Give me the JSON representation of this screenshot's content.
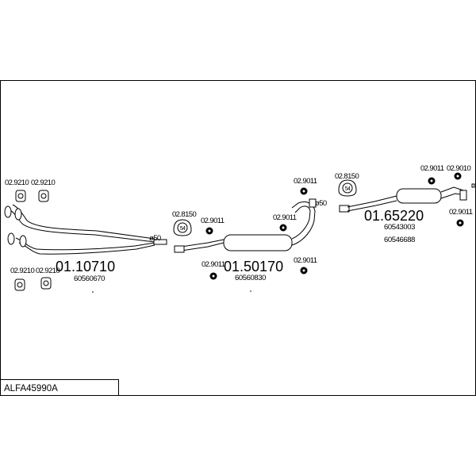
{
  "frame": {
    "reference": "ALFA45990A"
  },
  "sections": [
    {
      "part_number": "01.10710",
      "oem": [
        "60560670"
      ]
    },
    {
      "part_number": "01.50170",
      "oem": [
        "60560830"
      ]
    },
    {
      "part_number": "01.65220",
      "oem": [
        "60543003",
        "60546688"
      ]
    }
  ],
  "labels": {
    "gasket_left_top_a": "02.9210",
    "gasket_left_top_b": "02.9210",
    "gasket_left_bot_a": "02.9210",
    "gasket_left_bot_b": "02.9210",
    "clamp_mid": "02.8150",
    "hanger_mid_top": "02.9011",
    "hanger_mid_bot": "02.9011",
    "hanger_riser": "02.9011",
    "hanger_right_bot_mid": "02.9011",
    "hanger_upper": "02.9011",
    "clamp_upper": "02.8150",
    "hanger_tail_a": "02.9011",
    "hanger_tail_b": "02.9010",
    "hanger_tail_c": "02.9011",
    "diam_left": "ø50",
    "diam_upper": "ø50",
    "clamp_size_mid": "54",
    "clamp_size_upper": "54"
  }
}
